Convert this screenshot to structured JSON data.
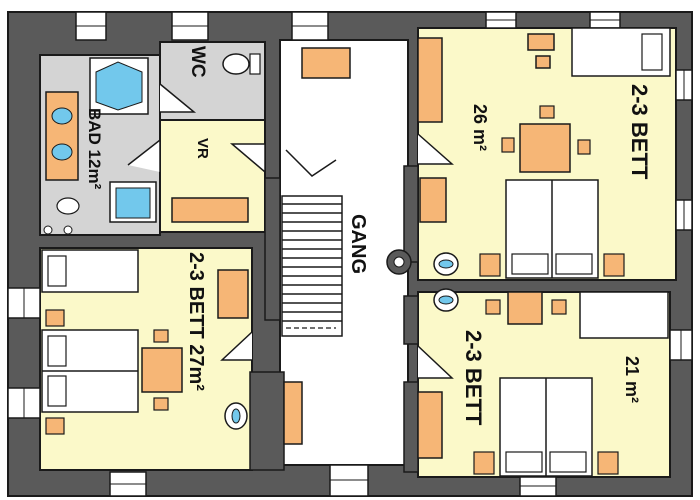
{
  "colors": {
    "wall": "#5a5a5a",
    "room_yellow": "#fbf9c9",
    "bath_gray": "#d4d4d4",
    "corridor": "#ffffff",
    "furniture": "#f6b676",
    "water": "#72c8ec",
    "outline": "#1a1a1a"
  },
  "rooms": {
    "wc": {
      "label": "WC"
    },
    "bath": {
      "label": "BAD 12m²"
    },
    "vestibule": {
      "label": "VR"
    },
    "corridor": {
      "label": "GANG"
    },
    "room_ne": {
      "type": "2-3 BETT",
      "area": "26 m²"
    },
    "room_se": {
      "type": "2-3 BETT",
      "area": "21 m²"
    },
    "room_w": {
      "label": "2-3 BETT 27m²"
    }
  }
}
